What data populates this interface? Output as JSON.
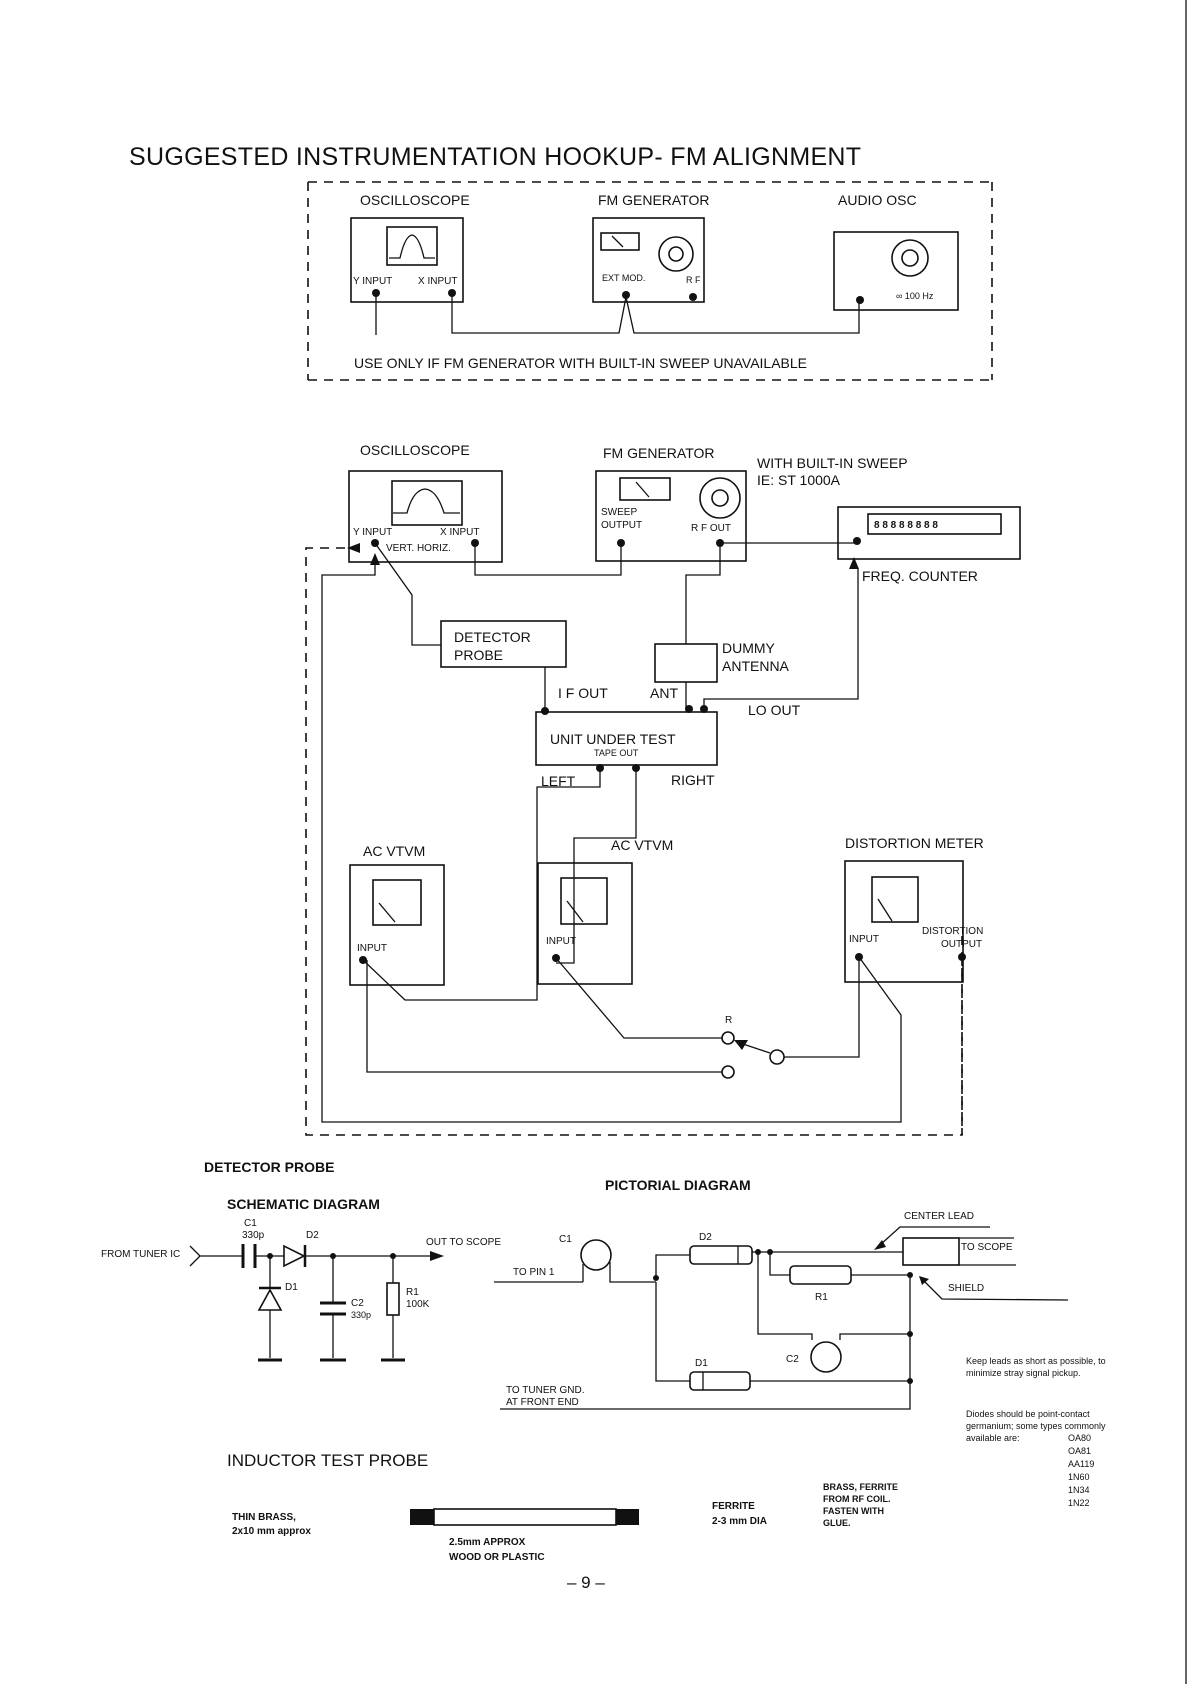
{
  "page": {
    "title": "SUGGESTED INSTRUMENTATION HOOKUP- FM ALIGNMENT",
    "page_number": "– 9 –"
  },
  "top_setup": {
    "oscilloscope": {
      "label": "OSCILLOSCOPE",
      "y_input": "Y INPUT",
      "x_input": "X INPUT"
    },
    "fm_generator": {
      "label": "FM GENERATOR",
      "ext_mod": "EXT MOD.",
      "rf": "R F"
    },
    "audio_osc": {
      "label": "AUDIO OSC",
      "freq": "∞ 100 Hz"
    },
    "note": "USE ONLY IF FM GENERATOR WITH BUILT-IN SWEEP UNAVAILABLE"
  },
  "main_setup": {
    "oscilloscope": {
      "label": "OSCILLOSCOPE",
      "y_input": "Y INPUT",
      "x_input": "X INPUT",
      "vert_horiz": "VERT. HORIZ."
    },
    "fm_generator": {
      "label": "FM GENERATOR",
      "sweep_output_1": "SWEEP",
      "sweep_output_2": "OUTPUT",
      "rf_out": "R F OUT"
    },
    "sweep_note_1": "WITH BUILT-IN SWEEP",
    "sweep_note_2": "IE: ST 1000A",
    "freq_counter": {
      "label": "FREQ. COUNTER",
      "display": "8 8 8 8 8 8 8 8"
    },
    "detector_probe": {
      "line1": "DETECTOR",
      "line2": "PROBE"
    },
    "dummy_antenna": {
      "line1": "DUMMY",
      "line2": "ANTENNA"
    },
    "unit_under_test": {
      "label": "UNIT UNDER TEST",
      "tape_out": "TAPE OUT",
      "if_out": "I F OUT",
      "ant": "ANT",
      "lo_out": "LO OUT",
      "left": "LEFT",
      "right": "RIGHT"
    },
    "ac_vtvm_1": {
      "label": "AC VTVM",
      "input": "INPUT"
    },
    "ac_vtvm_2": {
      "label": "AC VTVM",
      "input": "INPUT"
    },
    "distortion_meter": {
      "label": "DISTORTION METER",
      "input": "INPUT",
      "dist_out_1": "DISTORTION",
      "dist_out_2": "OUTPUT"
    },
    "switch_label": "R"
  },
  "detector_probe_section": {
    "heading": "DETECTOR PROBE",
    "schematic": {
      "heading": "SCHEMATIC DIAGRAM",
      "from_tuner": "FROM TUNER IC",
      "c1": "C1",
      "c1_value": "330p",
      "d2": "D2",
      "d1": "D1",
      "c2": "C2",
      "c2_value": "330p",
      "r1": "R1",
      "r1_value": "100K",
      "out_to_scope": "OUT TO SCOPE"
    },
    "pictorial": {
      "heading": "PICTORIAL DIAGRAM",
      "c1": "C1",
      "to_pin1": "TO PIN 1",
      "d2": "D2",
      "r1": "R1",
      "c2": "C2",
      "d1": "D1",
      "center_lead": "CENTER LEAD",
      "to_scope": "TO SCOPE",
      "shield": "SHIELD",
      "to_tuner_gnd_1": "TO TUNER GND.",
      "to_tuner_gnd_2": "AT FRONT END"
    },
    "notes": {
      "leads_1": "Keep leads as short as possible, to",
      "leads_2": "minimize stray signal pickup.",
      "diodes_1": "Diodes should be point-contact",
      "diodes_2": "germanium; some types commonly",
      "diodes_3": "available are:",
      "diode_types": [
        "OA80",
        "OA81",
        "AA119",
        "1N60",
        "1N34",
        "1N22"
      ]
    }
  },
  "inductor_probe": {
    "heading": "INDUCTOR TEST PROBE",
    "brass_1": "THIN BRASS,",
    "brass_2": "2x10 mm approx",
    "rod_1": "2.5mm APPROX",
    "rod_2": "WOOD OR PLASTIC",
    "ferrite_1": "FERRITE",
    "ferrite_2": "2-3 mm DIA",
    "note_1": "BRASS, FERRITE",
    "note_2": "FROM RF COIL.",
    "note_3": "FASTEN WITH",
    "note_4": "GLUE."
  }
}
